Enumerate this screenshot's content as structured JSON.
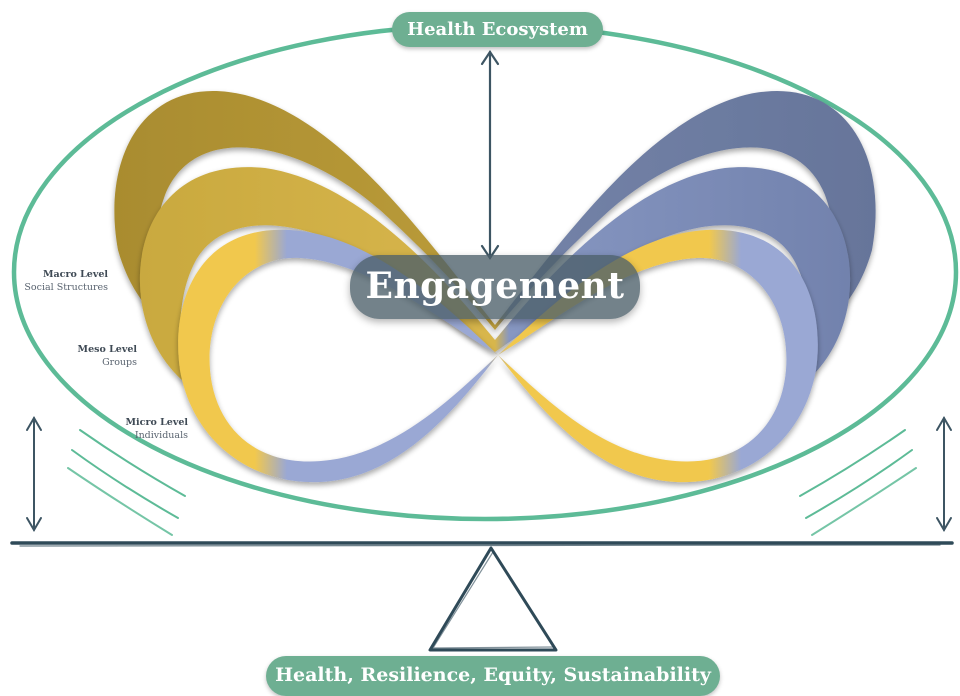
{
  "top_label": "Health Ecosystem",
  "center_label": "Engagement",
  "bottom_label": "Health, Resilience, Equity, Sustainability",
  "levels": [
    {
      "name": "Macro Level",
      "description": "Social Structures"
    },
    {
      "name": "Meso Level",
      "description": "Groups"
    },
    {
      "name": "Micro Level",
      "description": "Individuals"
    }
  ],
  "colors": {
    "ecosystem_green": "#5dbb97",
    "pill_green": "#6eaf92",
    "scale_dark": "#2f4a58",
    "macro_gold": "#b39534",
    "meso_gold": "#d4b44a",
    "micro_gold": "#f1c84e",
    "macro_blue": "#6b7aa0",
    "meso_blue": "#7f8fb8",
    "micro_blue": "#9aa8d4"
  }
}
